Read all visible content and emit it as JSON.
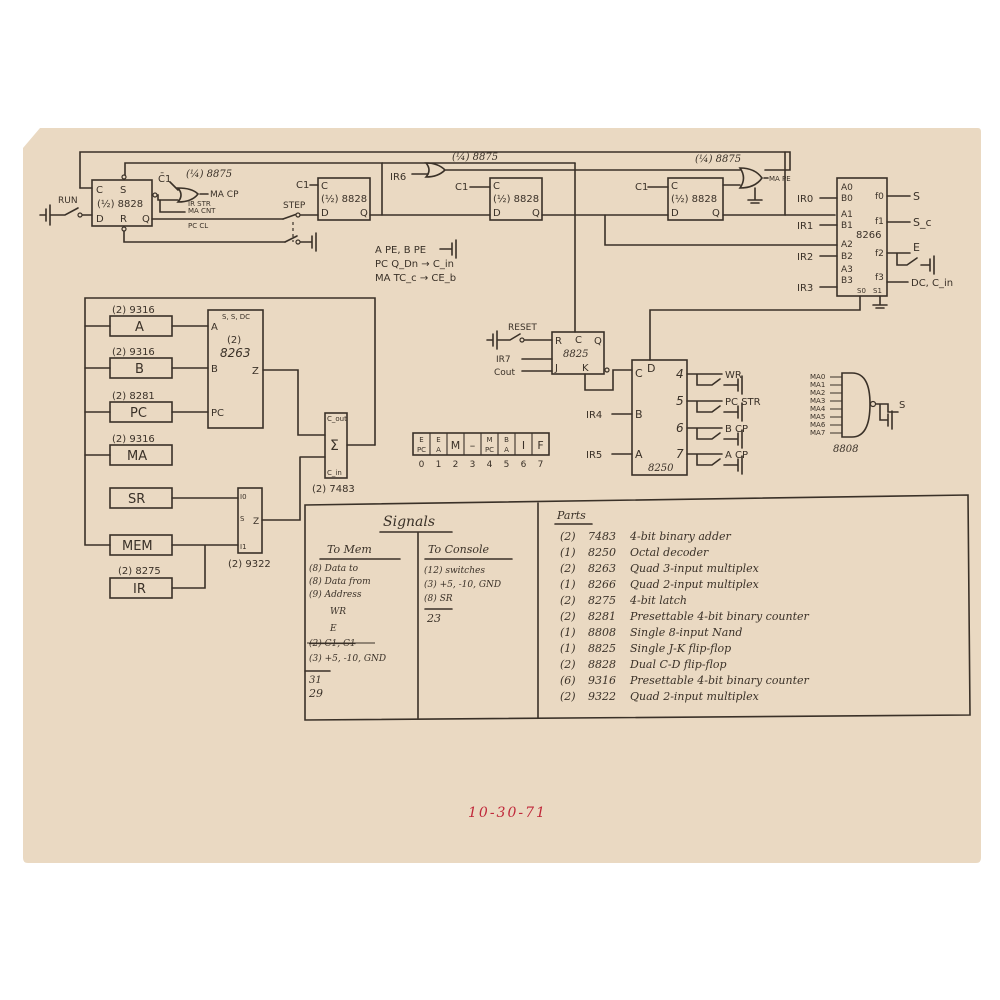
{
  "colors": {
    "paper": "#ead9c2",
    "ink": "#3a3128",
    "date_ink": "#c0283a"
  },
  "control": {
    "run_label": "RUN",
    "step_label": "STEP",
    "reset_label": "RESET",
    "ff1": {
      "title": "(½) 8828",
      "pins": {
        "c": "C",
        "s": "S",
        "d": "D",
        "r": "R",
        "q": "Q"
      }
    },
    "ff2": {
      "title": "(½) 8828",
      "pins": {
        "c": "C",
        "d": "D",
        "q": "Q"
      },
      "clock_in": "C1"
    },
    "ff3": {
      "title": "(½) 8828",
      "pins": {
        "c": "C",
        "d": "D",
        "q": "Q"
      },
      "clock_in": "C1"
    },
    "ff4": {
      "title": "(½) 8828",
      "pins": {
        "c": "C",
        "d": "D",
        "q": "Q"
      },
      "clock_in": "C1"
    },
    "gate1": {
      "title": "(¼) 8875",
      "input": "C̄1",
      "output": "MA CP",
      "side_outputs": [
        "IR STR",
        "MA CNT",
        "PC CL"
      ]
    },
    "gate2": {
      "title": "(¼) 8875",
      "input": "IR6"
    },
    "gate3": {
      "title": "(¼) 8875",
      "output": "MA PE"
    },
    "notes": [
      "A PE, B PE",
      "PC Q_Dn → C_in",
      "MA TC_c → CE_b"
    ]
  },
  "mux8266": {
    "title": "8266",
    "inputs": [
      "A0",
      "B0",
      "A1",
      "B1",
      "A2",
      "B2",
      "A3",
      "B3"
    ],
    "ir_inputs": [
      "IR0",
      "IR1",
      "IR2",
      "IR3"
    ],
    "outputs": [
      "f0",
      "f1",
      "f2",
      "f3"
    ],
    "selects": [
      "S0",
      "S1"
    ],
    "output_signals": [
      "S",
      "S_c",
      "E",
      "DC, C_in"
    ]
  },
  "datapath": {
    "registers": [
      {
        "chip": "(2) 9316",
        "name": "A"
      },
      {
        "chip": "(2) 9316",
        "name": "B"
      },
      {
        "chip": "(2) 8281",
        "name": "PC"
      },
      {
        "chip": "(2) 9316",
        "name": "MA"
      }
    ],
    "sr": {
      "name": "SR"
    },
    "mem": {
      "name": "MEM"
    },
    "ir": {
      "chip": "(2) 8275",
      "name": "IR"
    },
    "mux8263": {
      "top": "S, S, DC",
      "qty": "(2)",
      "chip": "8263",
      "inputs": [
        "A",
        "B",
        "PC"
      ],
      "output": "Z"
    },
    "adder": {
      "symbol": "Σ",
      "cout": "C_out",
      "cin": "C_in",
      "chip": "(2) 7483"
    },
    "mux9322": {
      "chip": "(2) 9322",
      "pins": [
        "I0",
        "S",
        "I1",
        "Z"
      ]
    }
  },
  "decoder": {
    "jk": {
      "chip": "8825",
      "pins": {
        "r": "R",
        "c": "C",
        "q": "Q",
        "j": "J",
        "k": "K"
      },
      "inputs": [
        "IR7",
        "Cout"
      ]
    },
    "dec8250": {
      "chip": "8250",
      "inputs": [
        "C",
        "D",
        "B",
        "A"
      ],
      "input_signals": [
        "IR4",
        "IR5"
      ],
      "outputs": [
        "4",
        "5",
        "6",
        "7"
      ],
      "output_signals": [
        "WR",
        "PC STR",
        "B CP",
        "A CP"
      ]
    },
    "nand8808": {
      "chip": "8808",
      "inputs": [
        "MA0",
        "MA1",
        "MA2",
        "MA3",
        "MA4",
        "MA5",
        "MA6",
        "MA7"
      ],
      "output": "S"
    }
  },
  "opcode_table": {
    "cells": [
      {
        "top": "E",
        "bottom": "PC"
      },
      {
        "top": "E",
        "bottom": "A"
      },
      {
        "top": "M",
        "bottom": ""
      },
      {
        "top": "–",
        "bottom": ""
      },
      {
        "top": "M",
        "bottom": "PC"
      },
      {
        "top": "B",
        "bottom": "A"
      },
      {
        "top": "I",
        "bottom": ""
      },
      {
        "top": "F",
        "bottom": ""
      }
    ],
    "indices": [
      "0",
      "1",
      "2",
      "3",
      "4",
      "5",
      "6",
      "7"
    ]
  },
  "signals": {
    "title": "Signals",
    "to_mem": {
      "heading": "To Mem",
      "rows": [
        "(8) Data to",
        "(8) Data from",
        "(9) Address",
        "WR",
        "E",
        "(2) C1, C1",
        "(3) +5, -10, GND"
      ],
      "struck_row": "(2) C1, C1",
      "totals": [
        "31",
        "29"
      ]
    },
    "to_console": {
      "heading": "To Console",
      "rows": [
        "(12) switches",
        "(3) +5, -10, GND",
        "(8) SR"
      ],
      "total": "23"
    }
  },
  "parts": {
    "title": "Parts",
    "rows": [
      {
        "qty": "(2)",
        "chip": "7483",
        "desc": "4-bit binary adder"
      },
      {
        "qty": "(1)",
        "chip": "8250",
        "desc": "Octal decoder"
      },
      {
        "qty": "(2)",
        "chip": "8263",
        "desc": "Quad 3-input multiplex"
      },
      {
        "qty": "(1)",
        "chip": "8266",
        "desc": "Quad 2-input multiplex"
      },
      {
        "qty": "(2)",
        "chip": "8275",
        "desc": "4-bit latch"
      },
      {
        "qty": "(2)",
        "chip": "8281",
        "desc": "Presettable 4-bit binary counter"
      },
      {
        "qty": "(1)",
        "chip": "8808",
        "desc": "Single 8-input Nand"
      },
      {
        "qty": "(1)",
        "chip": "8825",
        "desc": "Single J-K flip-flop"
      },
      {
        "qty": "(2)",
        "chip": "8828",
        "desc": "Dual C-D flip-flop"
      },
      {
        "qty": "(6)",
        "chip": "9316",
        "desc": "Presettable 4-bit binary counter"
      },
      {
        "qty": "(2)",
        "chip": "9322",
        "desc": "Quad 2-input multiplex"
      }
    ]
  },
  "date": "10-30-71"
}
